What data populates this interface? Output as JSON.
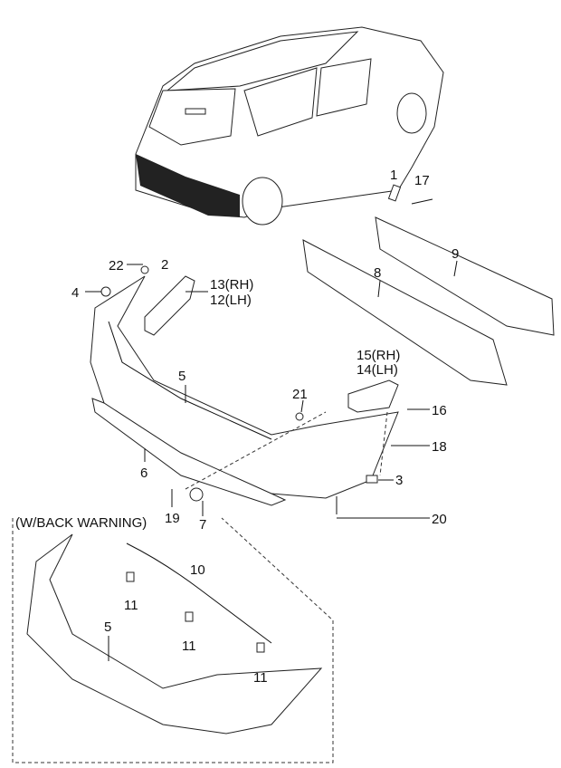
{
  "diagram": {
    "labels": {
      "p1": "1",
      "p17": "17",
      "p9": "9",
      "p8": "8",
      "p22": "22",
      "p2": "2",
      "p4": "4",
      "p13": "13(RH)",
      "p12": "12(LH)",
      "p5": "5",
      "p15": "15(RH)",
      "p14": "14(LH)",
      "p21": "21",
      "p16": "16",
      "p18": "18",
      "p6": "6",
      "p3": "3",
      "p19": "19",
      "p7": "7",
      "p20": "20",
      "p10": "10",
      "p11a": "11",
      "p11b": "11",
      "p11c": "11",
      "p5b": "5"
    },
    "inset_title": "(W/BACK WARNING)"
  }
}
